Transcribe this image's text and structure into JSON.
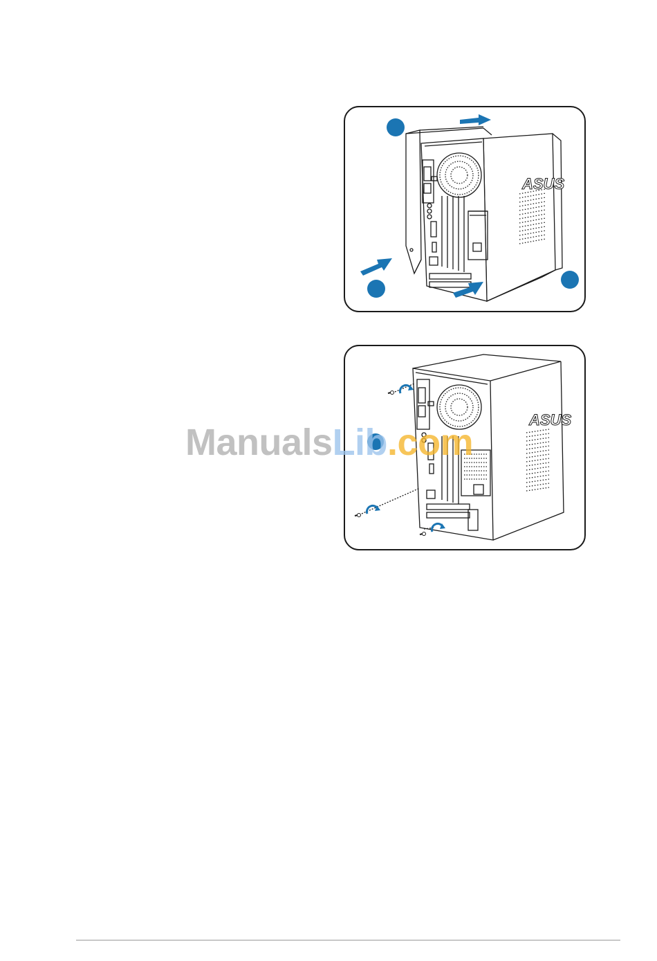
{
  "figures": [
    {
      "brand_logo": "ASUS",
      "callout_marker_count": 3,
      "arrow_icons": [
        "push-arrow-icon",
        "slide-arrow-icon",
        "push-arrow-icon"
      ]
    },
    {
      "brand_logo": "ASUS",
      "screw_icons": [
        "screw-icon",
        "screw-icon",
        "screw-icon"
      ]
    }
  ],
  "watermark": {
    "part1": "Manuals",
    "part2": "Lib",
    "part3": ".com"
  },
  "colors": {
    "accent": "#1b75b3",
    "watermark_gray": "#b0b0b0",
    "watermark_blue": "#9cc4ec",
    "watermark_orange": "#f5b52b",
    "line": "#1a1a1a",
    "rule": "#c8c8c8"
  }
}
